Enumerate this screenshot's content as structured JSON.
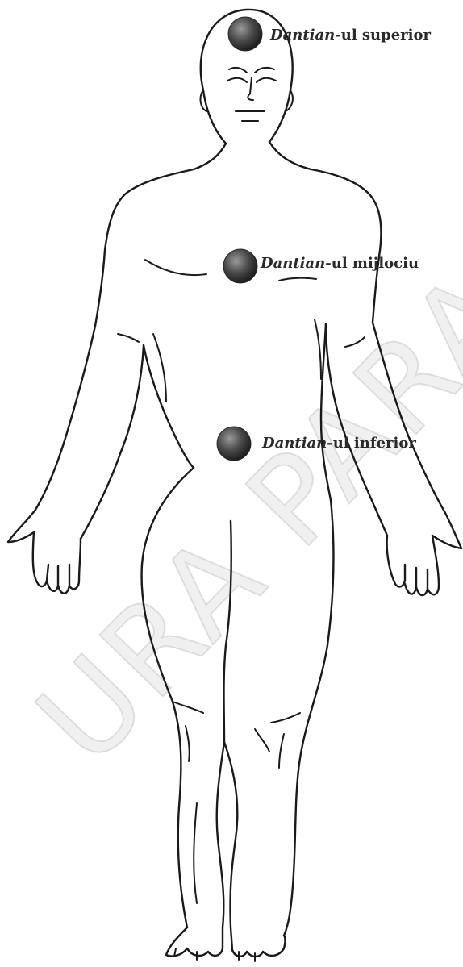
{
  "labels": {
    "superior": {
      "name": "Dantian",
      "suffix": "-ul superior"
    },
    "middle": {
      "name": "Dantian",
      "suffix": "-ul mijlociu"
    },
    "inferior": {
      "name": "Dantian",
      "suffix": "-ul inferior"
    }
  },
  "watermark": "URA PARALE",
  "colors": {
    "line": "#1a1a1a",
    "dot": "#4a4a4a",
    "text": "#2a2a2a"
  }
}
